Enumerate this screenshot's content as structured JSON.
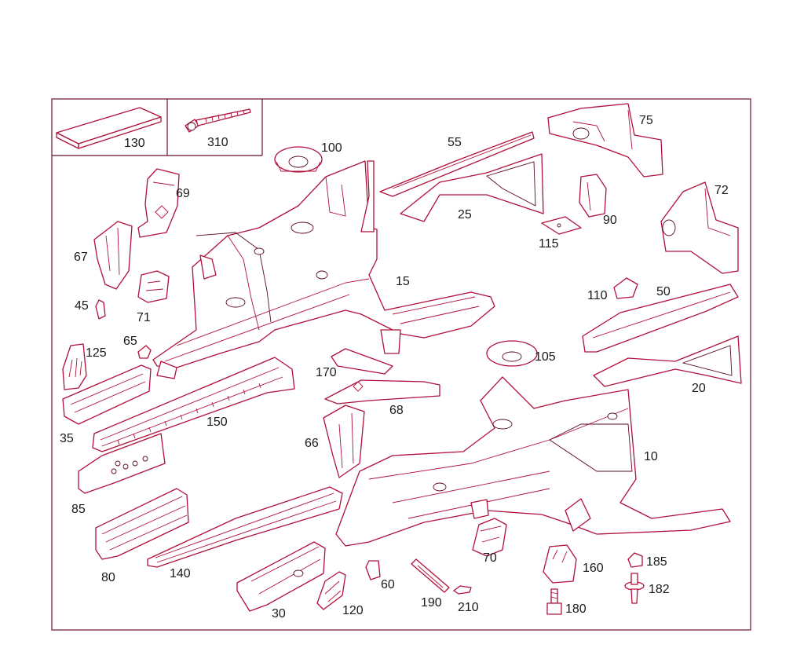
{
  "diagram": {
    "colors": {
      "line": "#b0103a",
      "line_dark": "#5a0a1e",
      "background": "#ffffff",
      "text": "#1a1a1a"
    },
    "inset_labels": [
      "130",
      "310"
    ],
    "part_labels": [
      "100",
      "55",
      "75",
      "69",
      "67",
      "45",
      "71",
      "15",
      "25",
      "90",
      "72",
      "115",
      "110",
      "50",
      "125",
      "65",
      "35",
      "150",
      "170",
      "105",
      "20",
      "68",
      "66",
      "10",
      "85",
      "80",
      "140",
      "30",
      "120",
      "60",
      "190",
      "210",
      "70",
      "160",
      "185",
      "182",
      "180"
    ]
  }
}
